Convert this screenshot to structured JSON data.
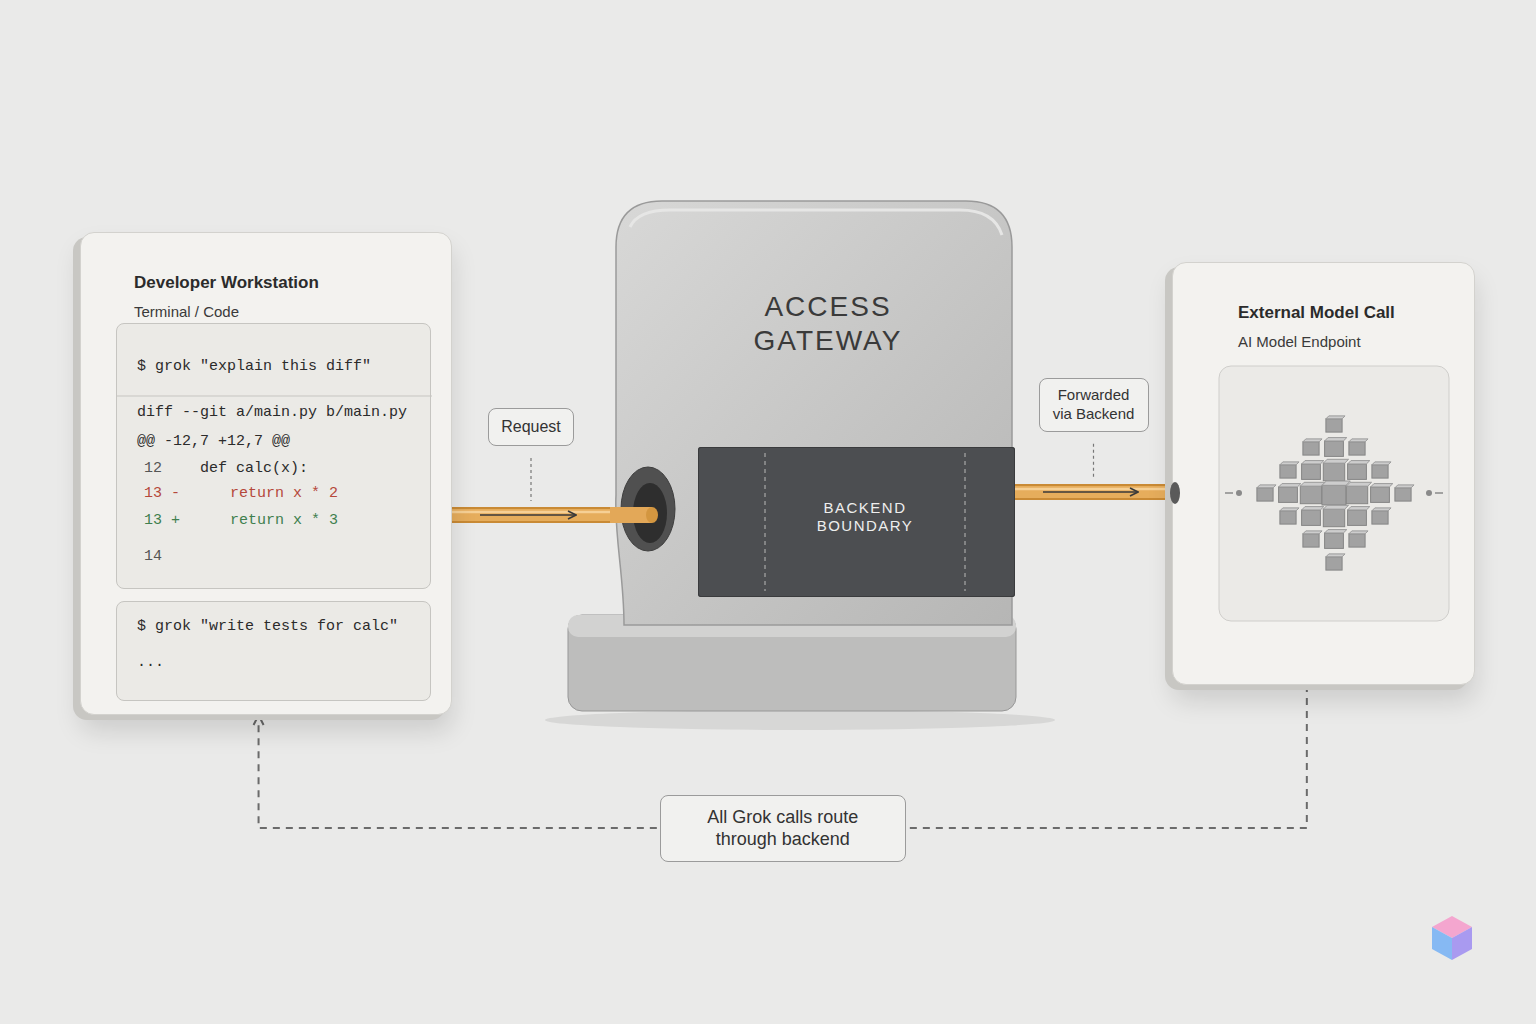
{
  "diagram": {
    "nodes": [
      {
        "text": [
          "Developer Workstation",
          "Terminal / Code"
        ]
      },
      {
        "text": [
          "$ grok \"explain this diff\"",
          "diff --git a/main.py b/main.py",
          "@@ -12,7 +12,7 @@",
          "12",
          "def calc(x):",
          "13 -",
          "return x * 2",
          "13 +",
          "return x * 3",
          "14"
        ],
        "in": 0
      },
      {
        "text": [
          "$ grok \"write tests for calc\"",
          "..."
        ],
        "in": 0
      },
      {
        "text": [
          "ACCESS GATEWAY"
        ]
      },
      {
        "text": [
          "BACKEND BOUNDARY"
        ],
        "in": 3
      },
      {
        "text": [
          "External Model Call",
          "AI Model Endpoint"
        ]
      }
    ],
    "edges": [
      {
        "from": 0,
        "to": 3,
        "label": "Request",
        "arrow": "to"
      },
      {
        "from": 3,
        "to": 5,
        "label": "Forwarded via Backend",
        "arrow": "to"
      },
      {
        "from": 5,
        "to": 0,
        "label": "All Grok calls route through backend",
        "arrow": "to"
      }
    ]
  }
}
